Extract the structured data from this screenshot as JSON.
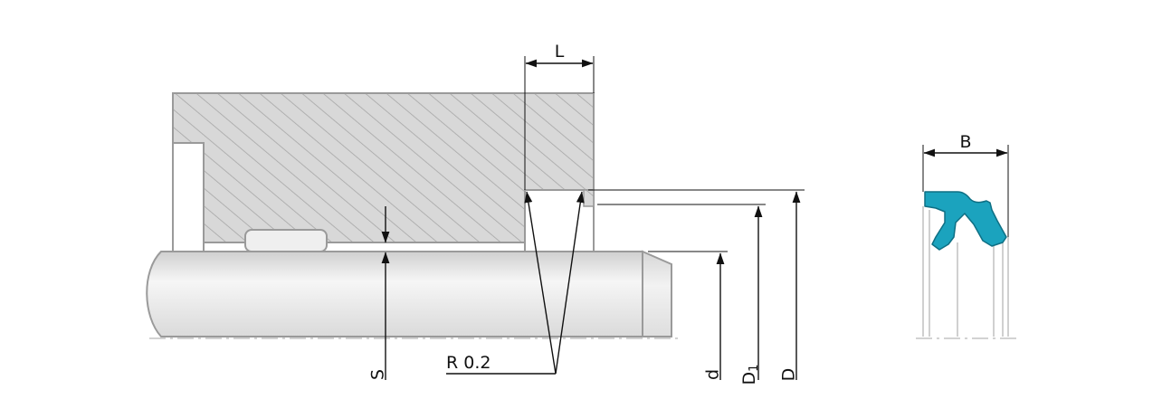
{
  "labels": {
    "L": "L",
    "B": "B",
    "S": "S",
    "R": "R 0.2",
    "d": "d",
    "D1_main": "D",
    "D1_sub": "1",
    "D": "D"
  },
  "colors": {
    "seal": "#1ba3be",
    "seal_stroke": "#0e6f84",
    "housing_fill": "#d6d6d6",
    "hatch": "#a8a8a8",
    "outline": "#9a9a9a",
    "dimension": "#111111"
  }
}
